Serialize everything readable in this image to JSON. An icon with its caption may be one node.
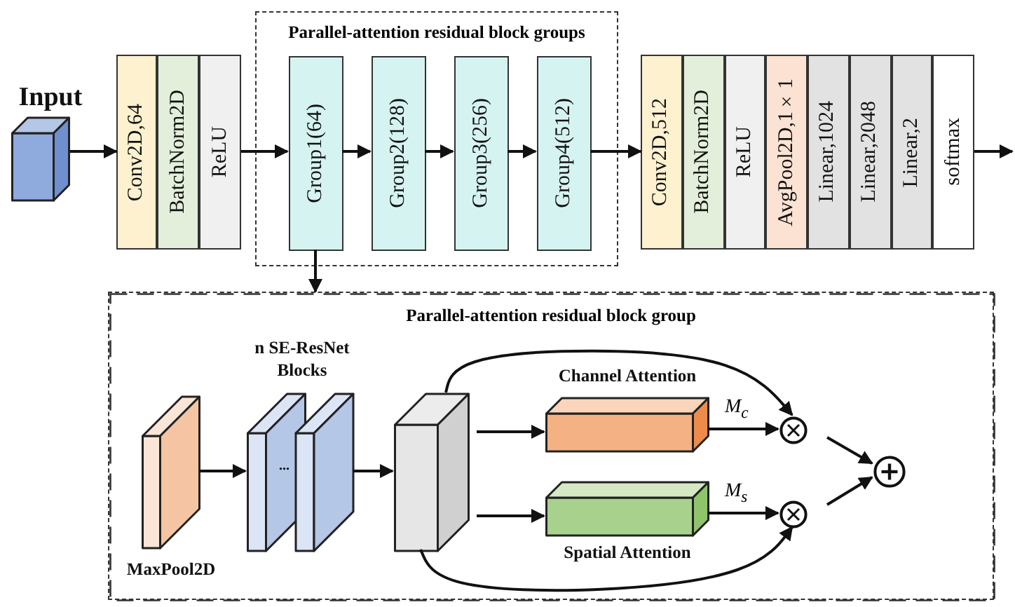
{
  "diagram": {
    "nodes": [
      {
        "text": [],
        "shape": "box",
        "beside": [
          "Input"
        ]
      },
      {
        "text": [
          "Conv2D,64"
        ]
      },
      {
        "text": [
          "BatchNorm2D"
        ]
      },
      {
        "text": [
          "ReLU"
        ]
      },
      {
        "text": [
          "Parallel-attention residual block groups"
        ]
      },
      {
        "text": [
          "Group1(64)"
        ],
        "in": 4
      },
      {
        "text": [
          "Group2(128)"
        ],
        "in": 4
      },
      {
        "text": [
          "Group3(256)"
        ],
        "in": 4
      },
      {
        "text": [
          "Group4(512)"
        ],
        "in": 4
      },
      {
        "text": [
          "Conv2D,512"
        ]
      },
      {
        "text": [
          "BatchNorm2D"
        ]
      },
      {
        "text": [
          "ReLU"
        ]
      },
      {
        "text": [
          "AvgPool2D,1×1"
        ]
      },
      {
        "text": [
          "Linear,1024"
        ]
      },
      {
        "text": [
          "Linear,2048"
        ]
      },
      {
        "text": [
          "Linear,2"
        ]
      },
      {
        "text": [
          "softmax"
        ]
      },
      {
        "text": [
          "Parallel-attention residual block group"
        ]
      },
      {
        "text": [],
        "shape": "box",
        "in": 17,
        "beside": [
          "MaxPool2D"
        ]
      },
      {
        "text": [],
        "shape": "box",
        "in": 17,
        "beside": [
          "n SE-ResNet Blocks"
        ]
      },
      {
        "text": [],
        "shape": "box",
        "in": 17
      },
      {
        "text": [],
        "shape": "box",
        "in": 17,
        "beside": [
          "Channel Attention"
        ]
      },
      {
        "text": [],
        "shape": "box",
        "in": 17,
        "beside": [
          "Spatial Attention"
        ]
      },
      {
        "text": [],
        "shape": "circle",
        "in": 17
      },
      {
        "text": [],
        "shape": "circle",
        "in": 17
      },
      {
        "text": [],
        "shape": "circle",
        "in": 17
      }
    ],
    "edges": [
      {
        "from": 0,
        "to": 1,
        "arrow": "to"
      },
      {
        "from": 3,
        "to": 5,
        "arrow": "to"
      },
      {
        "from": 5,
        "to": 6,
        "arrow": "to"
      },
      {
        "from": 6,
        "to": 7,
        "arrow": "to"
      },
      {
        "from": 7,
        "to": 8,
        "arrow": "to"
      },
      {
        "from": 8,
        "to": 9,
        "arrow": "to"
      },
      {
        "from": 16,
        "to": null,
        "arrow": "to"
      },
      {
        "from": 5,
        "to": 17,
        "arrow": "to"
      },
      {
        "from": 18,
        "to": 19,
        "arrow": "to"
      },
      {
        "from": 19,
        "to": 20,
        "arrow": "to"
      },
      {
        "from": 20,
        "to": 21,
        "arrow": "to"
      },
      {
        "from": 20,
        "to": 22,
        "arrow": "to"
      },
      {
        "from": 21,
        "to": 23,
        "arrow": "to",
        "label": "M$_{c}$"
      },
      {
        "from": 22,
        "to": 24,
        "arrow": "to",
        "label": "M$_{s}$"
      },
      {
        "from": 20,
        "to": 23,
        "arrow": "to"
      },
      {
        "from": 20,
        "to": 24,
        "arrow": "to"
      },
      {
        "from": 23,
        "to": 25,
        "arrow": "to"
      },
      {
        "from": 24,
        "to": 25,
        "arrow": "to"
      }
    ],
    "labels": [
      "..."
    ]
  }
}
